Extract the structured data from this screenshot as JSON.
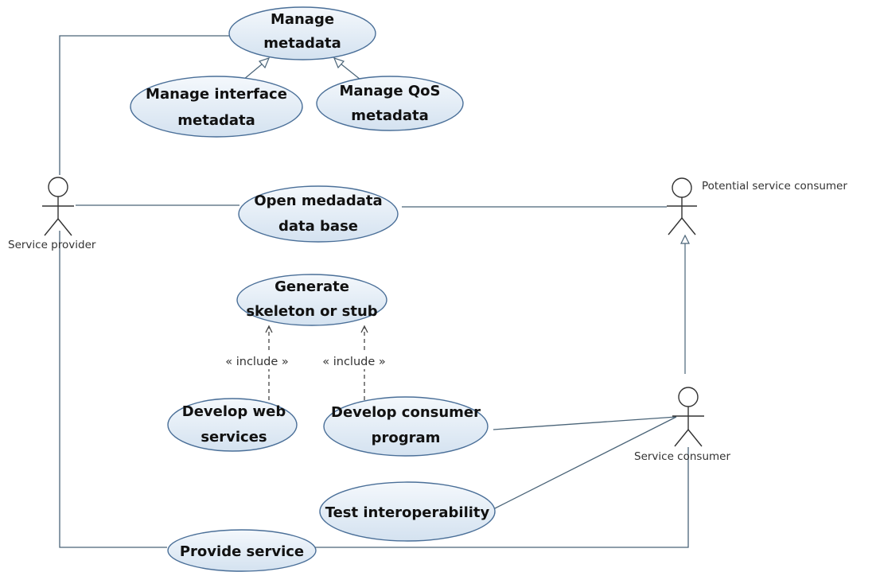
{
  "actors": {
    "service_provider": "Service provider",
    "potential_service_consumer": "Potential service consumer",
    "service_consumer": "Service consumer"
  },
  "use_cases": {
    "manage_metadata": [
      "Manage",
      "metadata"
    ],
    "manage_interface_metadata": [
      "Manage interface",
      "metadata"
    ],
    "manage_qos_metadata": [
      "Manage QoS",
      "metadata"
    ],
    "open_metadata_database": [
      "Open medadata",
      "data base"
    ],
    "generate_skeleton": [
      "Generate",
      "skeleton or stub"
    ],
    "develop_web_services": [
      "Develop web",
      "services"
    ],
    "develop_consumer_program": [
      "Develop consumer",
      "program"
    ],
    "test_interoperability": [
      "Test interoperability"
    ],
    "provide_service": [
      "Provide service"
    ]
  },
  "stereotypes": {
    "include_left": "« include »",
    "include_right": "« include »"
  },
  "colors": {
    "usecase_fill_top": "#f4f8fc",
    "usecase_fill_bottom": "#d4e2f0",
    "usecase_border": "#4a6f98",
    "line": "#4a6478"
  }
}
